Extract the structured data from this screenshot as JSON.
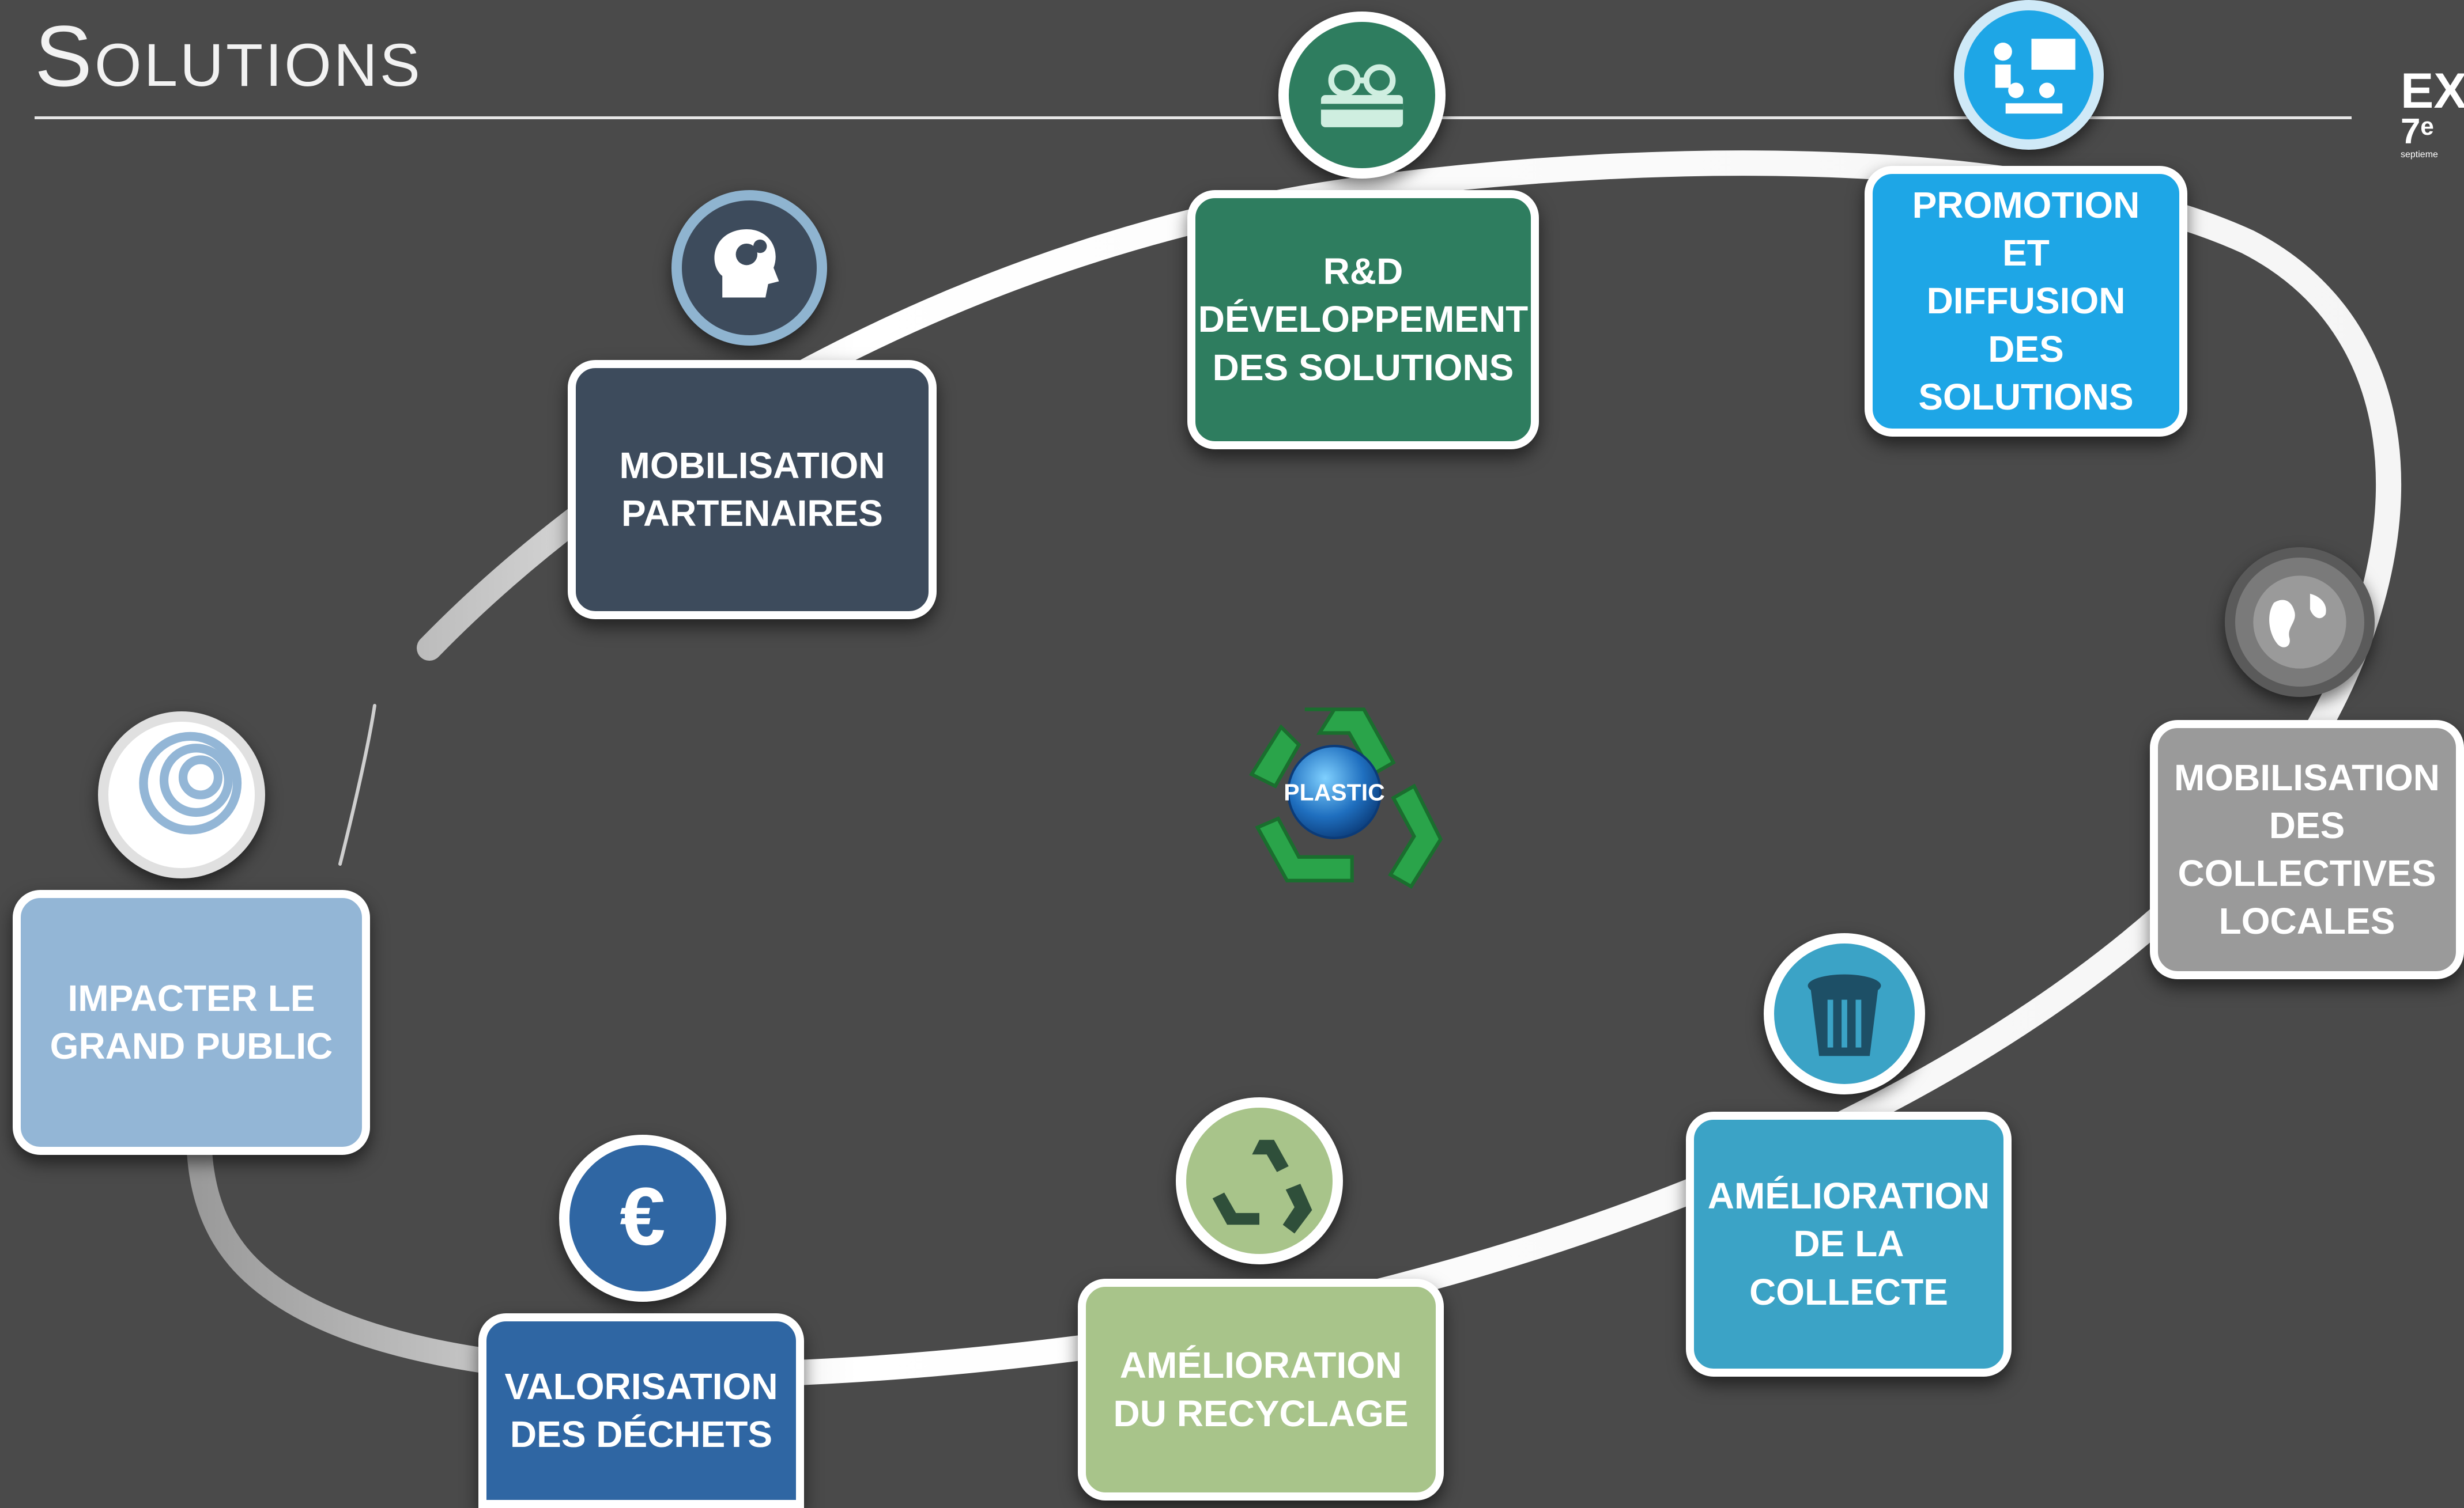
{
  "header": {
    "title": "Solutions",
    "corner_logo": {
      "line1": "EX",
      "line2": "7ᵉ",
      "line3": "septieme"
    }
  },
  "center": {
    "label": "PLASTIC",
    "icon": "recycle-icon"
  },
  "steps": [
    {
      "id": "rd",
      "label": "R&D\nDÉVELOPPEMENT\nDES SOLUTIONS",
      "color": "#2e7d5f",
      "icon": "book-glasses-icon"
    },
    {
      "id": "promotion",
      "label": "PROMOTION ET\nDIFFUSION DES\nSOLUTIONS",
      "color": "#1ea6e6",
      "icon": "presentation-icon"
    },
    {
      "id": "collectives",
      "label": "MOBILISATION\nDES\nCOLLECTIVES\nLOCALES",
      "color": "#9a9a9a",
      "icon": "globe-icon"
    },
    {
      "id": "collecte",
      "label": "AMÉLIORATION\nDE LA\nCOLLECTE",
      "color": "#3ba3c6",
      "icon": "trash-can-icon"
    },
    {
      "id": "recyclage",
      "label": "AMÉLIORATION\nDU RECYCLAGE",
      "color": "#a8c48a",
      "icon": "recycle-symbol-icon"
    },
    {
      "id": "valorisation",
      "label": "VALORISATION\nDES DÉCHETS",
      "color": "#2f66a3",
      "icon": "euro-icon"
    },
    {
      "id": "public",
      "label": "IMPACTER LE\nGRAND PUBLIC",
      "color": "#93b6d6",
      "icon": "ripple-icon"
    },
    {
      "id": "partenaires",
      "label": "MOBILISATION\nPARTENAIRES",
      "color": "#3d4b5c",
      "icon": "head-gears-icon"
    }
  ]
}
